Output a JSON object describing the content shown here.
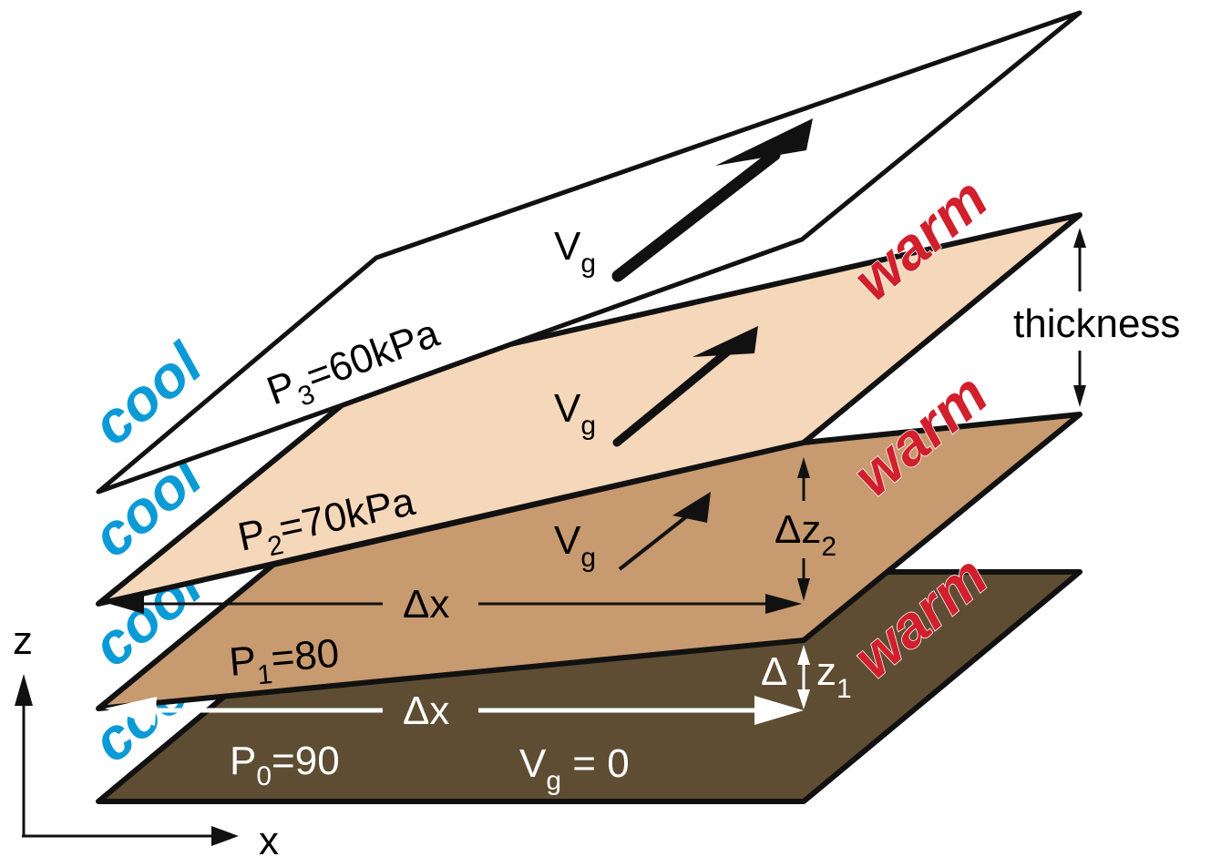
{
  "colors": {
    "layer0": "#5e4d33",
    "layer1": "#c79a6f",
    "layer2": "#f5d7ba",
    "layer3": "#ffffff",
    "cool": "#0a9bd6",
    "warm": "#d11f2c"
  },
  "labels": {
    "p3": "P",
    "p3_sub": "3",
    "p3_rest": "=60kPa",
    "p2": "P",
    "p2_sub": "2",
    "p2_rest": "=70kPa",
    "p1": "P",
    "p1_sub": "1",
    "p1_rest": "=80",
    "p0": "P",
    "p0_sub": "0",
    "p0_rest": "=90",
    "vg": "V",
    "vg_sub": "g",
    "vg0_rest": " = 0",
    "dx": "Δx",
    "dz2": "Δz",
    "dz2_sub": "2",
    "dz1": "Δ",
    "dz1_z": "z",
    "dz1_sub": "1",
    "thickness": "thickness",
    "cool": "cool",
    "warm": "warm",
    "axis_z": "z",
    "axis_x": "x"
  }
}
